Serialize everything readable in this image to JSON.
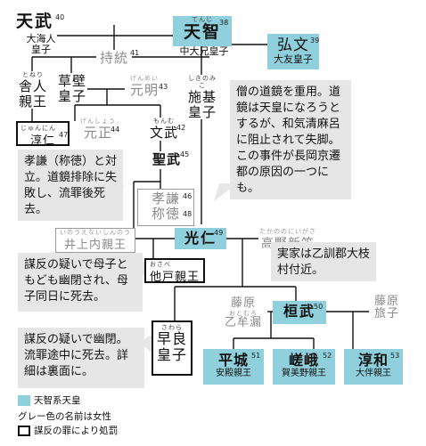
{
  "persons": {
    "tenmu": {
      "name": "天武",
      "num": "40"
    },
    "tenmu_s": {
      "sub": "大海人",
      "sub2": "皇子"
    },
    "tenji": {
      "ruby": "てんじ",
      "name": "天智",
      "num": "38",
      "sub": "中大兄皇子"
    },
    "kobun": {
      "name": "弘文",
      "num": "39",
      "sub": "大友皇子"
    },
    "jito": {
      "name": "持統",
      "num": "41"
    },
    "toneri": {
      "ruby": "とねり",
      "name": "舎人",
      "sub": "親王"
    },
    "kusakabe": {
      "name": "草壁",
      "sub": "皇子"
    },
    "genmei": {
      "ruby": "げんめい",
      "name": "元明",
      "num": "43"
    },
    "shiki": {
      "ruby": "しきのみこ",
      "name": "施基",
      "sub": "皇子"
    },
    "junnin": {
      "ruby": "じゅんにん",
      "name": "淳仁",
      "num": "47"
    },
    "gensho": {
      "ruby": "げんしょう",
      "name": "元正",
      "num": "44"
    },
    "monmu": {
      "ruby": "もんむ",
      "name": "文武",
      "num": "42"
    },
    "shomu": {
      "name": "聖武",
      "num": "45"
    },
    "koken": {
      "name": "孝謙",
      "num": "46",
      "name2": "称徳",
      "num2": "48"
    },
    "inoue": {
      "ruby": "いのうえないしんのう",
      "name": "井上内親王"
    },
    "konin": {
      "name": "光仁",
      "num": "49"
    },
    "takano": {
      "ruby": "たかののにいがさ",
      "name": "高野新笠"
    },
    "osabe": {
      "ruby": "おさべ",
      "name": "他戸親王"
    },
    "fujiwara_otomuro": {
      "line1": "藤原",
      "ruby": "おとむろ",
      "line2": "乙牟漏"
    },
    "kanmu": {
      "name": "桓武",
      "num": "50"
    },
    "fujiwara_tabiko": {
      "line1": "藤原",
      "line2": "旅子"
    },
    "sawara": {
      "ruby": "さわら",
      "name": "早良",
      "sub": "皇子"
    },
    "heizei": {
      "name": "平城",
      "num": "51",
      "sub": "安殿親王"
    },
    "saga": {
      "name": "嵯峨",
      "num": "52",
      "sub": "賀美野親王"
    },
    "junna": {
      "name": "淳和",
      "num": "53",
      "sub": "大伴親王"
    }
  },
  "notes": {
    "dokyo": "僧の道鏡を重用。道鏡は天皇になろうとするが、和気清麻呂に阻止されて失脚。この事件が長岡京遷都の原因の一つにも。",
    "koken": "孝謙（称徳）と対立。道鏡排除に失敗し、流罪後死去。",
    "nigasa": "実家は乙訓郡大枝村付近。",
    "inoue": "謀反の疑いで母子ともども幽閉され、母子同日に死去。",
    "sawara": "謀反の疑いで幽閉。流罪途中に死去。詳細は裏面に。"
  },
  "legend": {
    "blue": "天智系天皇",
    "gray": "グレー色の名前は女性",
    "frame": "謀反の罪により処罰"
  },
  "colors": {
    "tenji_line": "#8fd0dc",
    "note_bg": "#e6e6e6",
    "female_text": "#8a8a8a"
  }
}
